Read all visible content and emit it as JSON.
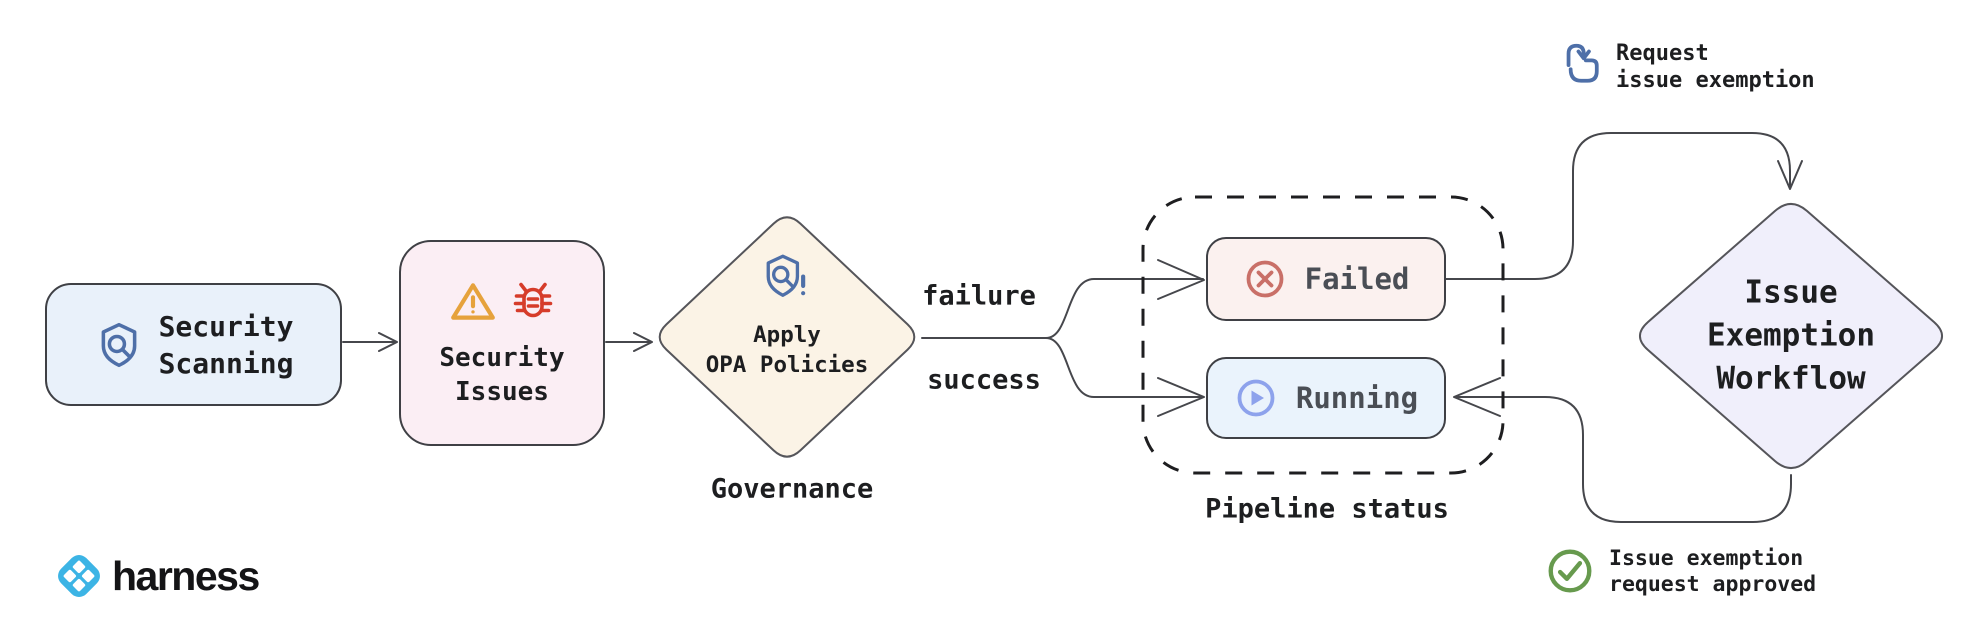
{
  "diagram": {
    "nodes": {
      "security_scanning": {
        "label": "Security\nScanning",
        "icon": "shield-search-icon",
        "bg": "#e9f1fa",
        "icon_color": "#4e6fa8"
      },
      "security_issues": {
        "label": "Security\nIssues",
        "icons": [
          "warning-triangle-icon",
          "bug-icon"
        ],
        "bg": "#fbeef4",
        "warning_color": "#e6a23c",
        "bug_color": "#d63c2a"
      },
      "apply_opa_policies": {
        "label": "Apply\nOPA Policies",
        "caption": "Governance",
        "icon": "shield-alert-icon",
        "bg": "#fbf3e6",
        "icon_color": "#4e6fa8"
      },
      "pipeline_status": {
        "caption": "Pipeline status",
        "failed": {
          "label": "Failed",
          "icon": "circle-x-icon",
          "bg": "#fbf1ef",
          "icon_color": "#c97068"
        },
        "running": {
          "label": "Running",
          "icon": "circle-play-icon",
          "bg": "#eaf3fc",
          "icon_color": "#8da2ec"
        }
      },
      "issue_exemption_workflow": {
        "label": "Issue\nExemption\nWorkflow",
        "bg": "#f0effb"
      }
    },
    "edges": {
      "failure_label": "failure",
      "success_label": "success"
    },
    "annotations": {
      "request_exemption": {
        "text": "Request\nissue exemption",
        "icon": "request-gesture-icon",
        "icon_color": "#4e6fa8"
      },
      "approved": {
        "text": "Issue exemption\nrequest approved",
        "icon": "circle-check-icon",
        "icon_color": "#679a4e"
      }
    },
    "branding": {
      "logo_text": "harness",
      "logo_icon": "harness-logo-icon",
      "logo_color": "#3cb4e5"
    },
    "colors": {
      "node_border": "#3f4045",
      "connector": "#46474c",
      "dashed_border": "#1e1e20",
      "text_primary": "#1d1e20",
      "status_text": "#4a4e55"
    }
  }
}
